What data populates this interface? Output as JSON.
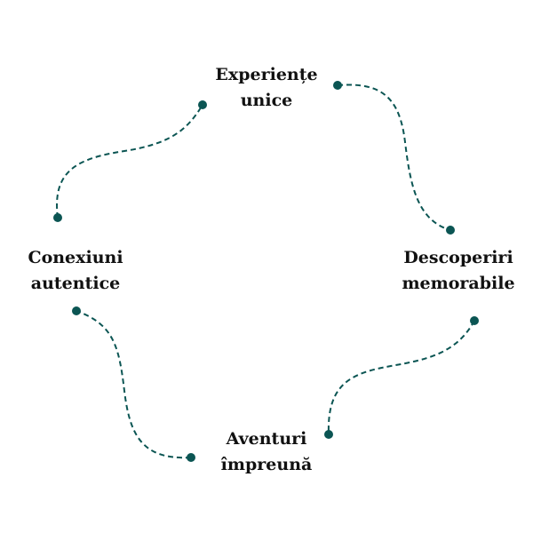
{
  "diagram": {
    "accent_color": "#0b5553",
    "nodes": [
      {
        "id": "top",
        "lines": [
          "Experiențe",
          "unice"
        ]
      },
      {
        "id": "right",
        "lines": [
          "Descoperiri",
          "memorabile"
        ]
      },
      {
        "id": "bottom",
        "lines": [
          "Aventuri",
          "împreună"
        ]
      },
      {
        "id": "left",
        "lines": [
          "Conexiuni",
          "autentice"
        ]
      }
    ],
    "connectors": [
      {
        "from": "top",
        "to": "right"
      },
      {
        "from": "right",
        "to": "bottom"
      },
      {
        "from": "bottom",
        "to": "left"
      },
      {
        "from": "left",
        "to": "top"
      }
    ]
  }
}
